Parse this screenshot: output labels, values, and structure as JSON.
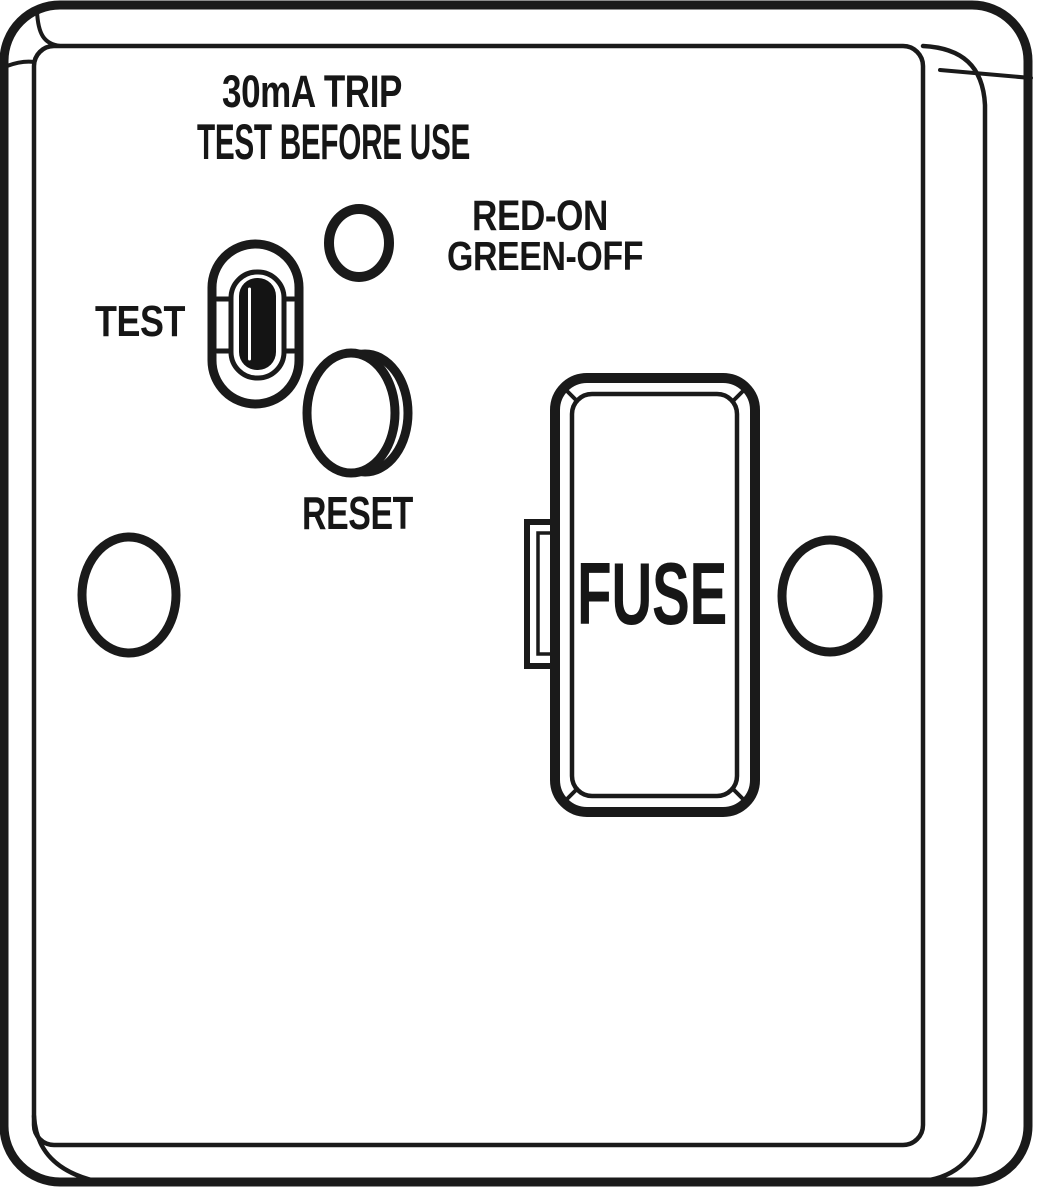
{
  "colors": {
    "line": "#1a1a1a",
    "background": "#ffffff"
  },
  "plate": {
    "trip_rating": "30mA TRIP",
    "test_instruction": "TEST BEFORE USE",
    "indicator_legend_red": "RED-ON",
    "indicator_legend_green": "GREEN-OFF",
    "test_label": "TEST",
    "reset_label": "RESET",
    "fuse_label": "FUSE"
  }
}
